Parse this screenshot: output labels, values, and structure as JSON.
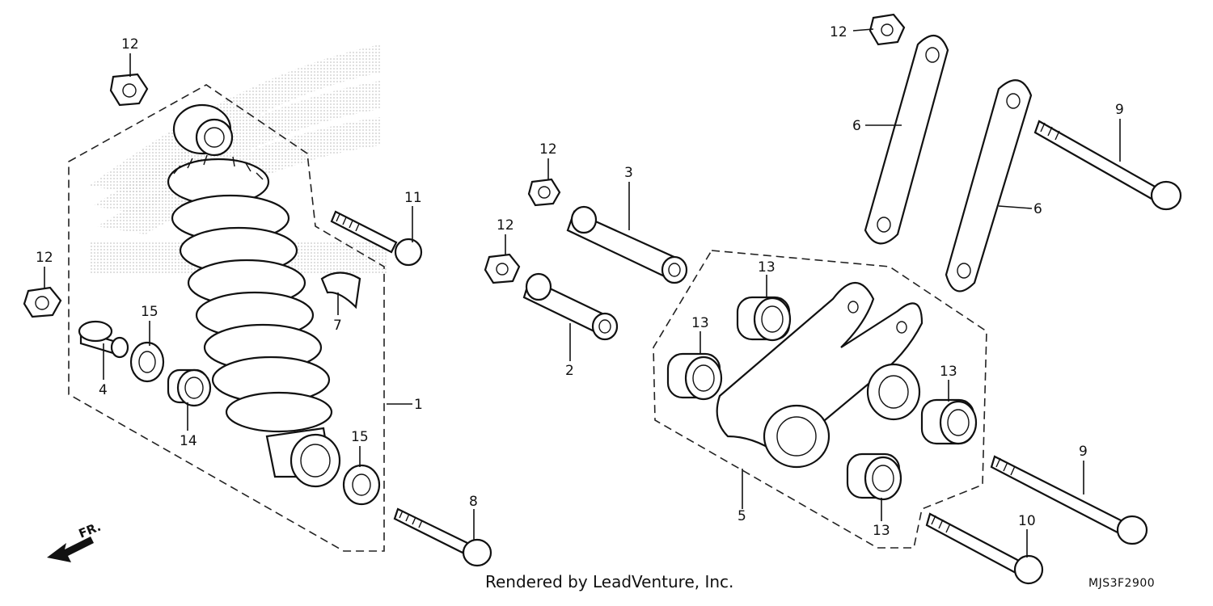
{
  "callouts": {
    "c1": "1",
    "c2": "2",
    "c3": "3",
    "c4": "4",
    "c5": "5",
    "c6a": "6",
    "c6b": "6",
    "c7": "7",
    "c8": "8",
    "c9a": "9",
    "c9b": "9",
    "c10": "10",
    "c11": "11",
    "c12a": "12",
    "c12b": "12",
    "c12c": "12",
    "c12d": "12",
    "c12e": "12",
    "c13a": "13",
    "c13b": "13",
    "c13c": "13",
    "c13d": "13",
    "c14": "14",
    "c15a": "15",
    "c15b": "15"
  },
  "direction_label": "FR.",
  "footer": {
    "rendered_by": "Rendered by LeadVenture, Inc.",
    "diagram_code": "MJS3F2900"
  },
  "colors": {
    "line": "#111111",
    "watermark": "#cfcfcf",
    "background": "#ffffff"
  }
}
